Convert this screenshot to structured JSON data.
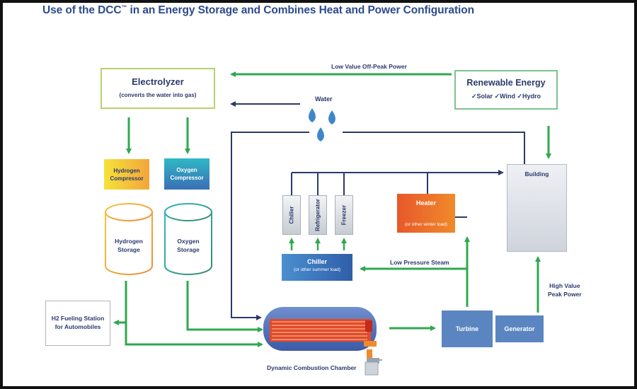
{
  "title": {
    "main": "Use of the DCC",
    "tm": "™",
    "rest": " in an Energy Storage and Combines Heat and Power Configuration"
  },
  "electrolyzer": {
    "label": "Electrolyzer",
    "sub": "(converts the water into gas)"
  },
  "renewable": {
    "label": "Renewable Energy",
    "options": "✓Solar  ✓Wind  ✓Hydro"
  },
  "flows": {
    "off_peak": "Low Value Off-Peak Power",
    "water": "Water",
    "low_pressure_steam": "Low Pressure Steam",
    "high_value_line1": "High Value",
    "high_value_line2": "Peak Power"
  },
  "hydrogen_compressor": {
    "line1": "Hydrogen",
    "line2": "Compressor"
  },
  "oxygen_compressor": {
    "line1": "Oxygen",
    "line2": "Compressor"
  },
  "hydrogen_storage": {
    "line1": "Hydrogen",
    "line2": "Storage"
  },
  "oxygen_storage": {
    "line1": "Oxygen",
    "line2": "Storage"
  },
  "fueling_station": {
    "line1": "H2 Fueling Station",
    "line2": "for Automobiles"
  },
  "loads": {
    "chiller": "Chiller",
    "refrigerator": "Refrigerator",
    "freezer": "Freezer"
  },
  "chiller_main": {
    "label": "Chiller",
    "sub": "(or other summer load)"
  },
  "heater": {
    "label": "Heater",
    "sub": "(or other winter load)"
  },
  "building": {
    "label": "Building"
  },
  "dcc": {
    "label": "Dynamic Combustion Chamber"
  },
  "turbine": {
    "label": "Turbine"
  },
  "generator": {
    "label": "Generator"
  },
  "colors": {
    "green": "#2fa84f",
    "navy": "#2b3a6b",
    "water": "#3f86c9"
  }
}
